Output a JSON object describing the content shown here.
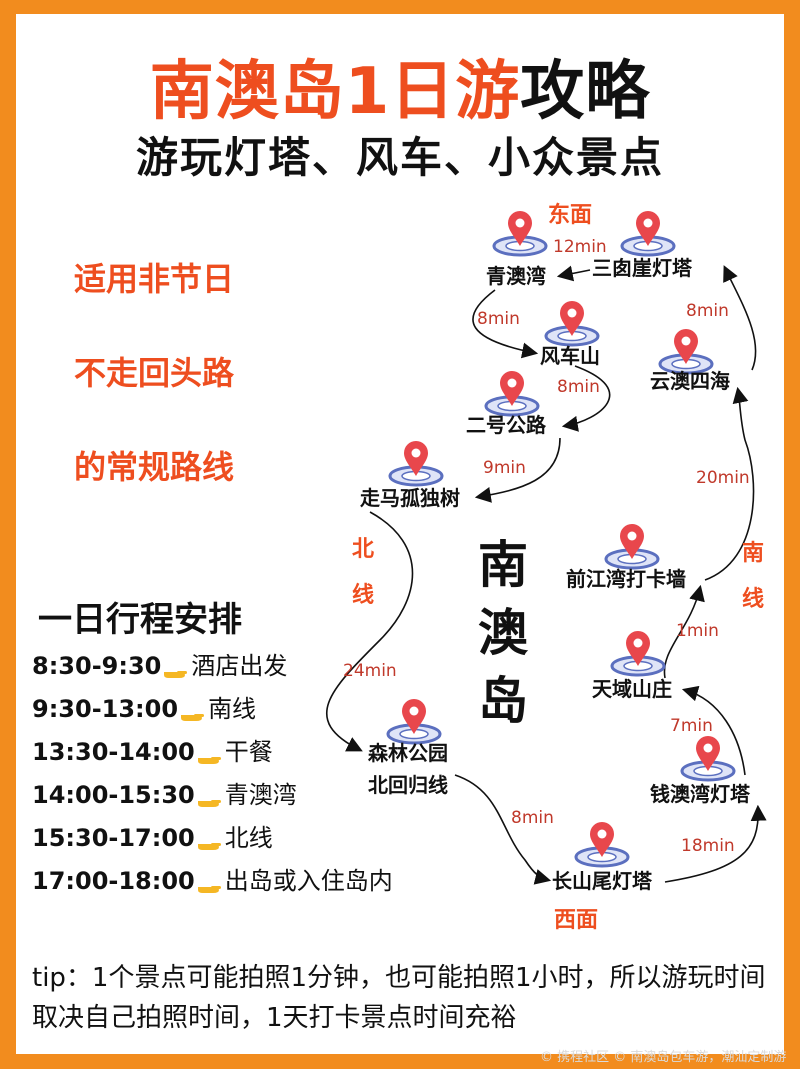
{
  "header": {
    "title_part1": "南澳岛1日游",
    "title_part2": "攻略",
    "subtitle": "游玩灯塔、风车、小众景点"
  },
  "tags": [
    "适用非节日",
    "不走回头路",
    "的常规路线"
  ],
  "schedule": {
    "title": "一日行程安排",
    "items": [
      {
        "time": "8:30-9:30",
        "activity": "酒店出发"
      },
      {
        "time": "9:30-13:00",
        "activity": "南线"
      },
      {
        "time": "13:30-14:00",
        "activity": "干餐"
      },
      {
        "time": "14:00-15:30",
        "activity": "青澳湾"
      },
      {
        "time": "15:30-17:00",
        "activity": "北线"
      },
      {
        "time": "17:00-18:00",
        "activity": "出岛或入住岛内"
      }
    ]
  },
  "map": {
    "island_name": [
      "南",
      "澳",
      "岛"
    ],
    "directions": {
      "east": "东面",
      "south": "南线",
      "west": "西面",
      "north": "北线"
    },
    "spots": {
      "qingaowan": "青澳湾",
      "sanqiaya": "三囱崖灯塔",
      "fengche": "风车山",
      "yunaosihai": "云澳四海",
      "erhao": "二号公路",
      "zouma": "走马孤独树",
      "qianjiang": "前江湾打卡墙",
      "tianyu": "天域山庄",
      "senlin": "森林公园",
      "beihuiguixian": "北回归线",
      "qianaowan": "钱澳湾灯塔",
      "changshanwei": "长山尾灯塔"
    },
    "durations": {
      "east": "12min",
      "qingao_fengche": "8min",
      "fengche_erhao": "8min",
      "erhao_zouma": "9min",
      "north": "24min",
      "senlin_changshan": "8min",
      "changshan_qianao": "18min",
      "qianao_tianyu": "7min",
      "tianyu_qianjiang": "1min",
      "qianjiang_yunao": "20min",
      "yunao_sanqiaya": "8min"
    }
  },
  "tip": "tip：1个景点可能拍照1分钟，也可能拍照1小时，所以游玩时间取决自己拍照时间，1天打卡景点时间充裕",
  "watermark": "© 携程社区 © 南澳岛包车游，潮汕定制游",
  "colors": {
    "frame": "#f28c1e",
    "accent": "#ee4e1f",
    "pin": "#e8474c",
    "pin_base": "#5b6fbf"
  }
}
